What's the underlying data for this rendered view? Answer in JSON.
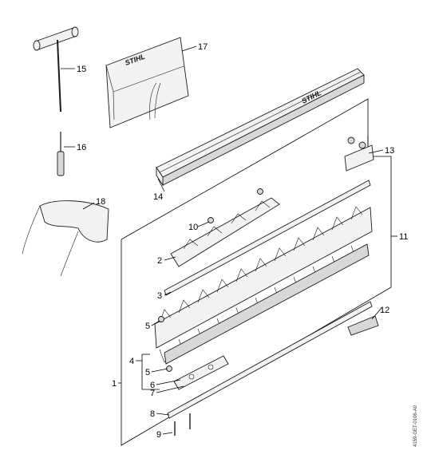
{
  "brand": {
    "text": "STIHL"
  },
  "document_id": "4159-GET-0106-A0",
  "callouts": [
    "1",
    "2",
    "3",
    "4",
    "5",
    "5",
    "6",
    "7",
    "8",
    "9",
    "10",
    "11",
    "12",
    "13",
    "14",
    "15",
    "16",
    "17",
    "18"
  ]
}
